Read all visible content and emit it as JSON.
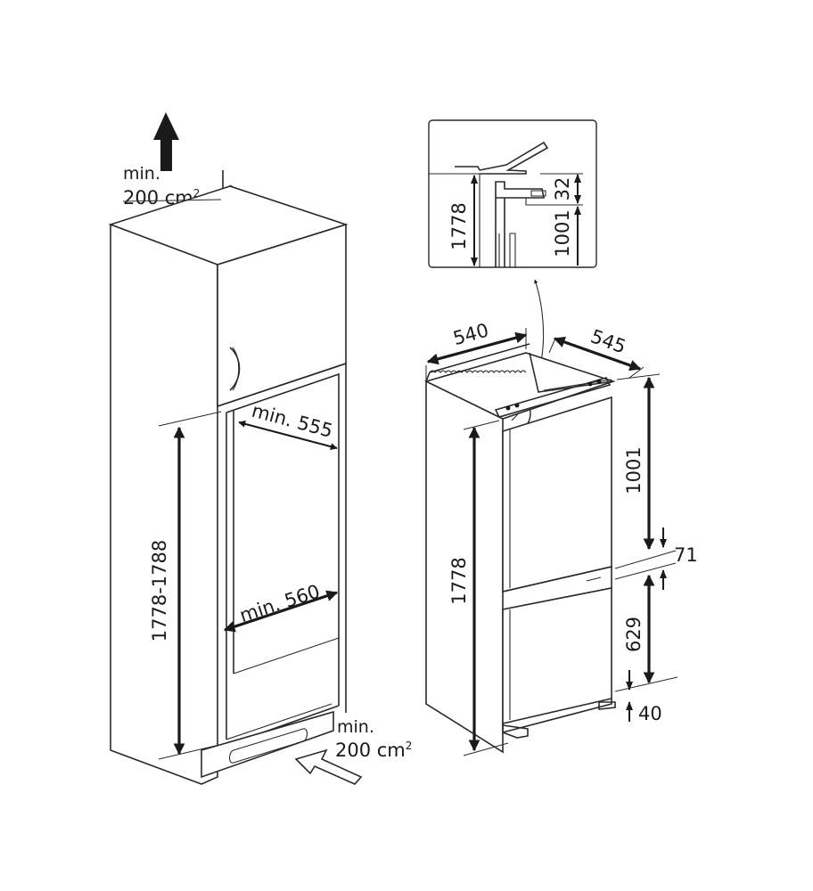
{
  "vent_top": {
    "line1": "min.",
    "line2": "200 cm",
    "sup": "2"
  },
  "vent_bottom": {
    "line1": "min.",
    "line2": "200 cm",
    "sup": "2"
  },
  "niche": {
    "height": "1778-1788",
    "min_width_top": "min. 555",
    "min_width_bottom": "min. 560"
  },
  "appliance": {
    "width": "540",
    "depth": "545",
    "height": "1778",
    "upper_door": "1001",
    "gap": "71",
    "lower_door": "629",
    "bottom": "40"
  },
  "detail": {
    "height": "1778",
    "door": "1001",
    "top_gap": "32"
  },
  "colors": {
    "line": "#2a2a2a",
    "background": "#ffffff"
  }
}
